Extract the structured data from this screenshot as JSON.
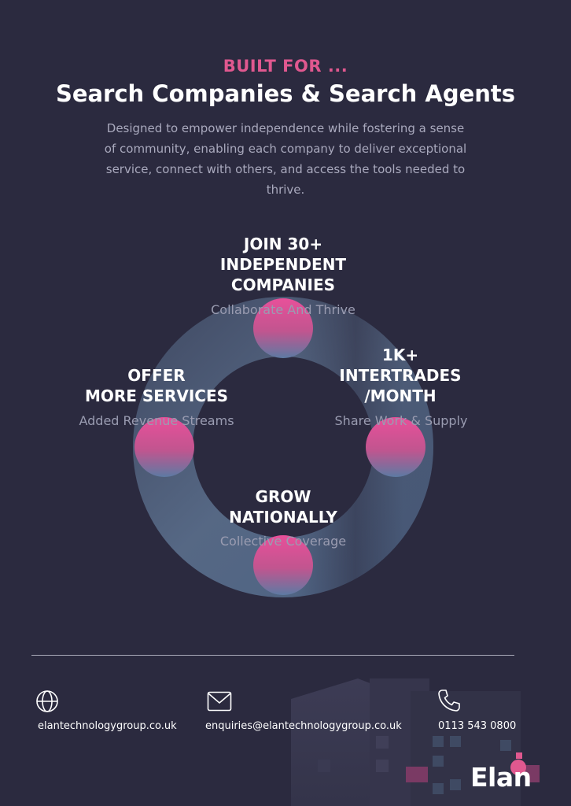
{
  "header": {
    "eyebrow": "BUILT FOR ...",
    "title": "Search Companies & Search Agents",
    "intro": "Designed to empower independence while fostering a sense of community, enabling each company to deliver exceptional service, connect with others, and access the tools needed to thrive."
  },
  "cycle": {
    "top": {
      "lines": [
        "JOIN 30+",
        "INDEPENDENT",
        "COMPANIES"
      ],
      "sub": "Collaborate And Thrive"
    },
    "right": {
      "lines": [
        "1K+",
        "INTERTRADES",
        "/MONTH"
      ],
      "sub": "Share Work & Supply"
    },
    "bottom": {
      "lines": [
        "GROW",
        "NATIONALLY"
      ],
      "sub": "Collective Coverage"
    },
    "left": {
      "lines": [
        "OFFER",
        "MORE SERVICES"
      ],
      "sub": "Added Revenue Streams"
    }
  },
  "contact": {
    "website": "elantechnologygroup.co.uk",
    "email": "enquiries@elantechnologygroup.co.uk",
    "phone": "0113 543 0800"
  },
  "brand": {
    "logo": "Elan",
    "accent": "#e0588f",
    "background": "#2b2a3f"
  }
}
